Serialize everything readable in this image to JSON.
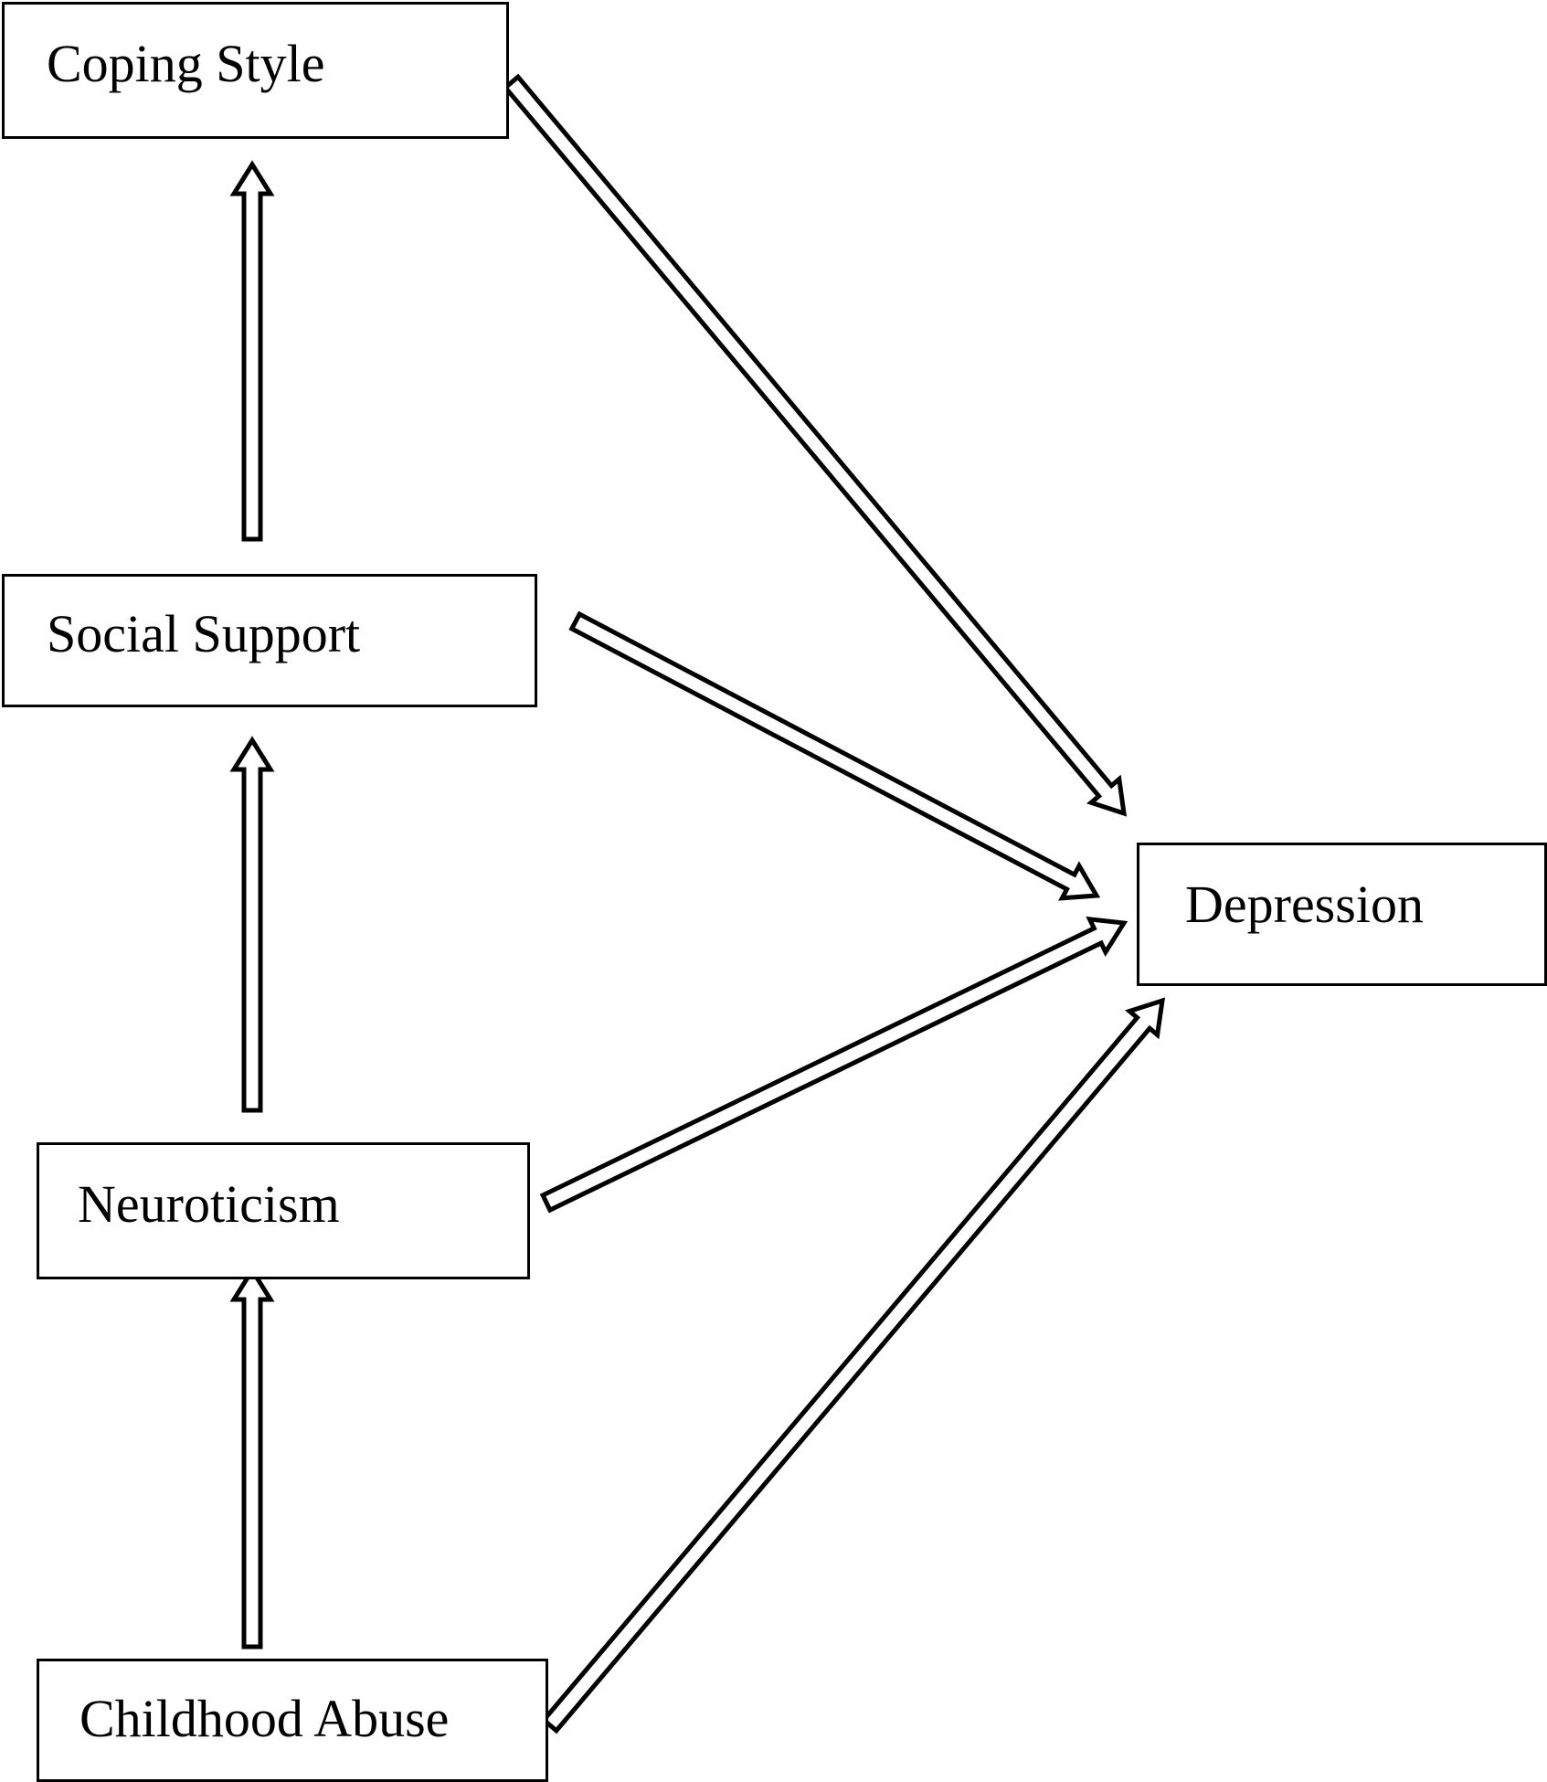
{
  "diagram": {
    "nodes": {
      "coping_style": "Coping Style",
      "social_support": "Social Support",
      "neuroticism": "Neuroticism",
      "childhood_abuse": "Childhood Abuse",
      "depression": "Depression"
    },
    "edges": [
      {
        "from": "childhood_abuse",
        "to": "neuroticism"
      },
      {
        "from": "neuroticism",
        "to": "social_support"
      },
      {
        "from": "social_support",
        "to": "coping_style"
      },
      {
        "from": "coping_style",
        "to": "depression"
      },
      {
        "from": "social_support",
        "to": "depression"
      },
      {
        "from": "neuroticism",
        "to": "depression"
      },
      {
        "from": "childhood_abuse",
        "to": "depression"
      }
    ],
    "colors": {
      "stroke": "#000000",
      "background": "#ffffff"
    }
  }
}
